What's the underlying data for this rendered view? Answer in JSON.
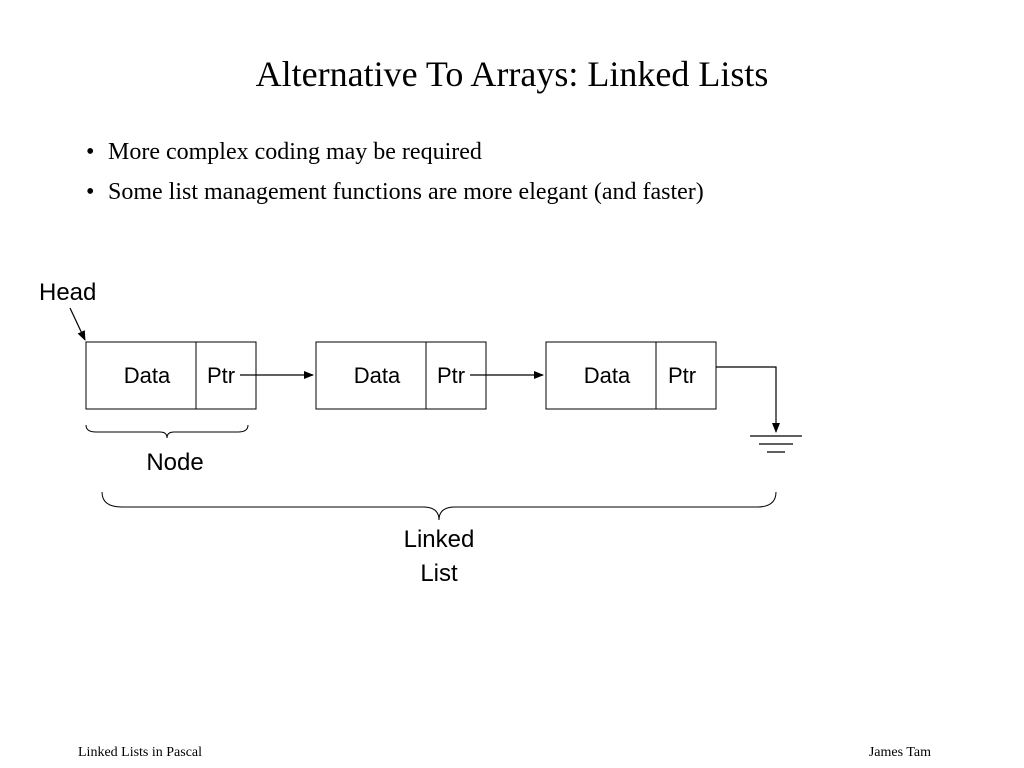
{
  "slide": {
    "title": "Alternative To Arrays: Linked Lists",
    "bullets": [
      "More complex coding may be required",
      "Some list management functions are more elegant (and faster)"
    ]
  },
  "diagram": {
    "head_label": "Head",
    "nodes": [
      {
        "data_label": "Data",
        "ptr_label": "Ptr"
      },
      {
        "data_label": "Data",
        "ptr_label": "Ptr"
      },
      {
        "data_label": "Data",
        "ptr_label": "Ptr"
      }
    ],
    "node_label": "Node",
    "list_label_line1": "Linked",
    "list_label_line2": "List"
  },
  "footer": {
    "left": "Linked Lists in Pascal",
    "right": "James Tam"
  }
}
